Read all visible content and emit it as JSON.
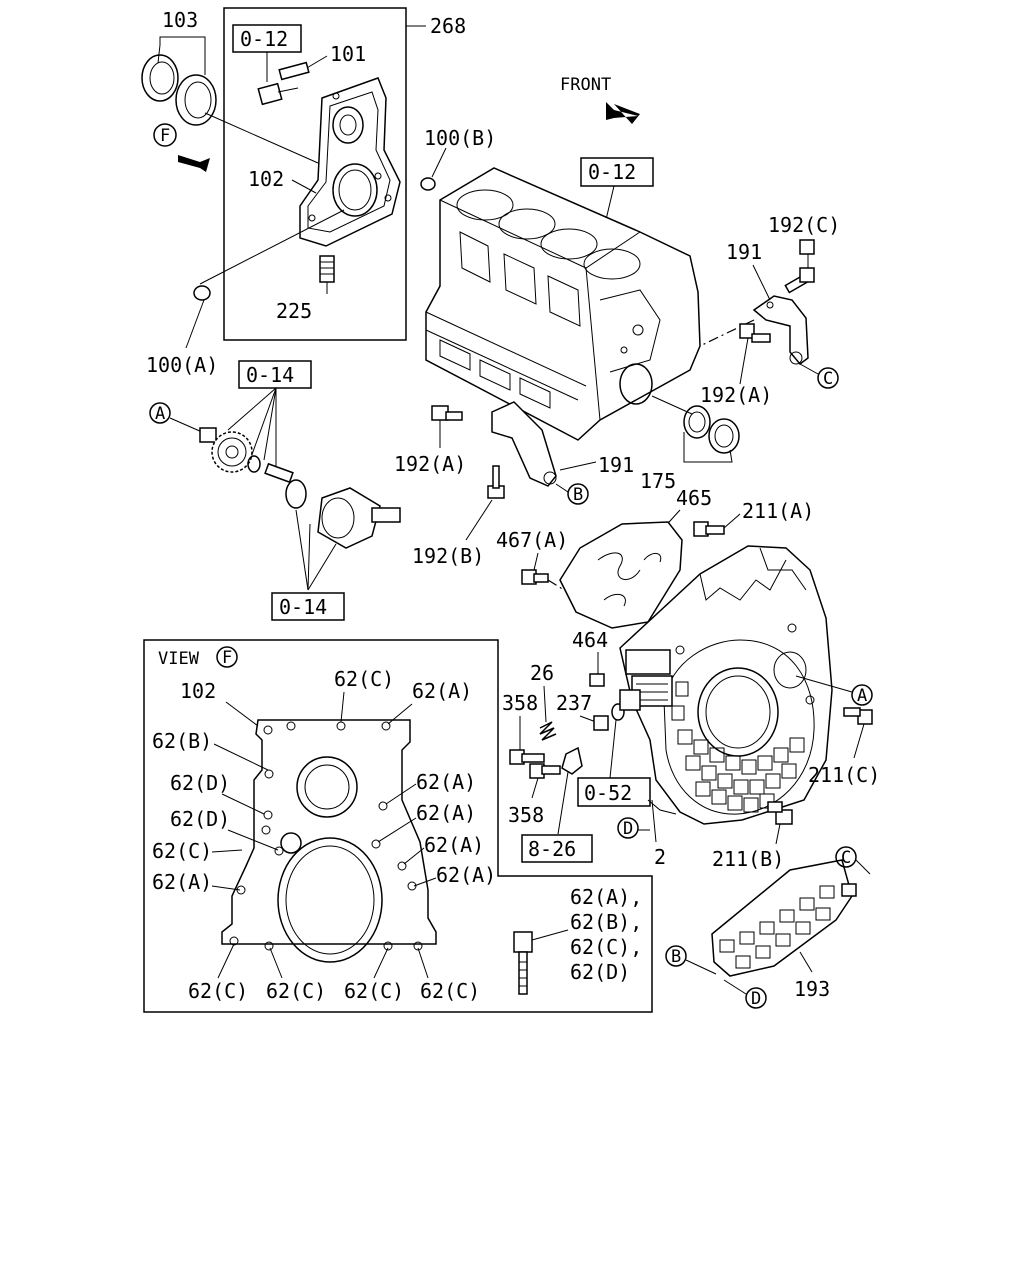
{
  "labels": {
    "l103": "103",
    "l268": "268",
    "l0_12_top": "0-12",
    "l101": "101",
    "lF_top": "F",
    "l102_top": "102",
    "l100B": "100(B)",
    "l225": "225",
    "l100A": "100(A)",
    "lFront": "FRONT",
    "l0_12_block": "0-12",
    "l192C": "192(C)",
    "l191_top": "191",
    "l192A_right": "192(A)",
    "l175": "175",
    "l0_14_top": "0-14",
    "lA_left": "A",
    "l192A_mid": "192(A)",
    "l191_mid": "191",
    "lB_mid": "B",
    "l192B": "192(B)",
    "l0_14_bottom": "0-14",
    "lC_top": "C",
    "l465": "465",
    "l211A": "211(A)",
    "l467A": "467(A)",
    "l464": "464",
    "l26": "26",
    "l358_top": "358",
    "l237": "237",
    "lA_right": "A",
    "l211C": "211(C)",
    "l0_52": "0-52",
    "l358_bottom": "358",
    "l8_26": "8-26",
    "lD_mid": "D",
    "l2": "2",
    "l211B": "211(B)",
    "lC_bottom": "C",
    "lB_bottom": "B",
    "lD_bottom": "D",
    "l193": "193"
  },
  "view_f": {
    "title": "VIEW",
    "title_circle": "F",
    "l102": "102",
    "l62C_top": "62(C)",
    "l62A_top": "62(A)",
    "l62B": "62(B)",
    "l62D_1": "62(D)",
    "l62D_2": "62(D)",
    "l62C_left": "62(C)",
    "l62A_left": "62(A)",
    "l62A_r1": "62(A)",
    "l62A_r2": "62(A)",
    "l62A_r3": "62(A)",
    "l62A_r4": "62(A)",
    "l62C_b1": "62(C)",
    "l62C_b2": "62(C)",
    "l62C_b3": "62(C)",
    "l62C_b4": "62(C)",
    "legend_1": "62(A),",
    "legend_2": "62(B),",
    "legend_3": "62(C),",
    "legend_4": "62(D)"
  }
}
